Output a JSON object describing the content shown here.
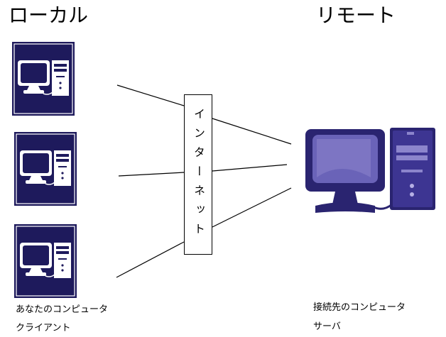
{
  "local": {
    "title": "ローカル",
    "caption_line1": "あなたのコンピュータ",
    "caption_line2": "クライアント"
  },
  "remote": {
    "title": "リモート",
    "caption_line1": "接続先のコンピュータ",
    "caption_line2": "サーバ"
  },
  "internet": {
    "label": "インターネット"
  },
  "colors": {
    "icon_navy": "#1e1a5c",
    "screen": "#ffffff",
    "server_navy": "#2a2470",
    "server_screen": "#6a63b8"
  }
}
